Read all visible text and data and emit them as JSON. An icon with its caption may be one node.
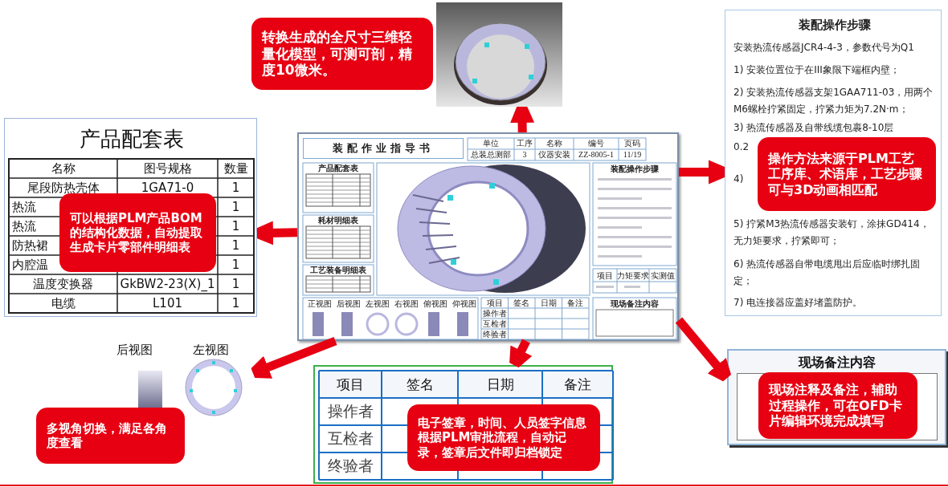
{
  "diagram": {
    "nodes": [
      {
        "text": [
          "装配作业指导书"
        ]
      },
      {
        "text": [],
        "shape": "picture"
      },
      {
        "text": [
          "转换生成的全尺寸三维轻量化模型，可测可剖，精度10微米。"
        ]
      },
      {
        "text": [
          "产品配套表",
          "名称",
          "图号规格",
          "数量",
          "尾段防热壳体",
          "1GA71-0",
          "1",
          "热流",
          "1",
          "热流",
          "1",
          "防热裙",
          "1",
          "内腔温",
          "1",
          "温度变换器",
          "GkBW2-23(X)_1",
          "1",
          "电缆",
          "L101",
          "1"
        ]
      },
      {
        "text": [
          "可以根据PLM产品BOM的结构化数据，自动提取生成卡片零部件明细表"
        ],
        "in": 3
      },
      {
        "text": [
          "装配操作步骤",
          "安装热流传感器JCR4-4-3，参数代号为Q1",
          "1) 安装位置位于在III象限下端框内壁；",
          "2) 安装热流传感器支架1GAA711-03，用两个M6螺栓拧紧固定，拧紧力矩为7.2N·m；",
          "3) 热流传感器及自带线缆包裹8-10层",
          "0.2",
          "4)",
          "5) 拧紧M3热流传感器安装钉，涂抹GD414，无力矩要求，拧紧即可；",
          "6) 热流传感器自带电缆甩出后应临时绑扎固定；",
          "7) 电连接器应盖好堵盖防护。"
        ]
      },
      {
        "text": [
          "操作方法来源于PLM工艺工序库、术语库，工艺步骤可与3D动画相匹配"
        ],
        "in": 5
      },
      {
        "text": [
          "后视图",
          "左视图"
        ]
      },
      {
        "text": [
          "多视角切换，满足各角度查看"
        ]
      },
      {
        "text": [
          "项目",
          "签名",
          "日期",
          "备注",
          "操作者",
          "互检者",
          "终验者"
        ]
      },
      {
        "text": [
          "电子签章，时间、人员签字信息根据PLM审批流程，自动记录，签章后文件即归档锁定"
        ],
        "in": 9
      },
      {
        "text": [
          "现场备注内容"
        ]
      },
      {
        "text": [
          "现场注释及备注，辅助过程操作，可在OFD卡片编辑环境完成填写"
        ],
        "in": 11
      }
    ],
    "edges": [
      {
        "from": 0,
        "to": 1,
        "arrow": "to"
      },
      {
        "from": 0,
        "to": 3,
        "arrow": "to"
      },
      {
        "from": 0,
        "to": 5,
        "arrow": "to"
      },
      {
        "from": 0,
        "to": 7,
        "arrow": "to"
      },
      {
        "from": 0,
        "to": 9,
        "arrow": "to"
      },
      {
        "from": 0,
        "to": 11,
        "arrow": "to"
      }
    ],
    "labels": [
      "单位",
      "工序",
      "名称",
      "编号",
      "页码",
      "总装总测部",
      "3",
      "仪器安装",
      "ZZ-8005-1",
      "11/19",
      "产品配套表",
      "耗材明细表",
      "工艺装备明细表",
      "装配操作步骤",
      "项目",
      "力矩要求",
      "实测值",
      "正视图",
      "后视图",
      "左视图",
      "右视图",
      "俯视图",
      "仰视图",
      "项目",
      "签名",
      "日期",
      "备注",
      "操作者",
      "互检者",
      "终验者",
      "现场备注内容"
    ]
  }
}
